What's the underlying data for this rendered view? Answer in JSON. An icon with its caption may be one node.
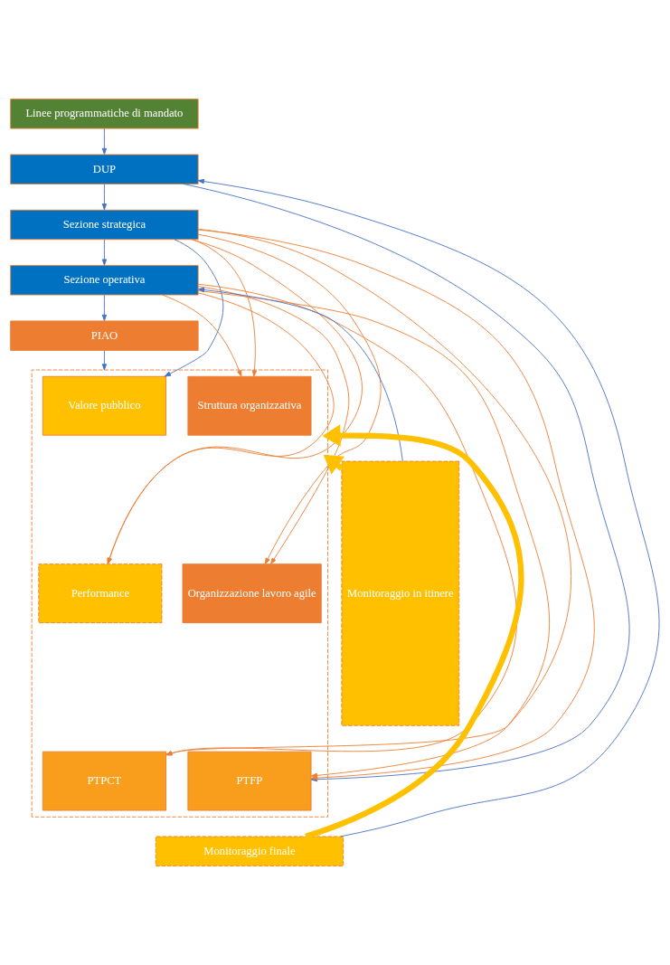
{
  "diagram": {
    "nodes": [
      {
        "text": [
          "Linee programmatiche di mandato"
        ]
      },
      {
        "text": [
          "DUP"
        ]
      },
      {
        "text": [
          "Sezione strategica"
        ]
      },
      {
        "text": [
          "Sezione operativa"
        ]
      },
      {
        "text": [
          "PIAO"
        ]
      },
      {
        "text": [],
        "shape": "box"
      },
      {
        "text": [
          "Valore pubblico"
        ],
        "in": 5
      },
      {
        "text": [
          "Struttura organizzativa"
        ],
        "in": 5
      },
      {
        "text": [
          "Performance"
        ],
        "in": 5
      },
      {
        "text": [
          "Organizzazione lavoro agile"
        ],
        "in": 5
      },
      {
        "text": [
          "PTPCT"
        ],
        "in": 5
      },
      {
        "text": [
          "PTFP"
        ],
        "in": 5
      },
      {
        "text": [
          "Monitoraggio in itinere"
        ]
      },
      {
        "text": [
          "Monitoraggio finale"
        ]
      }
    ],
    "edges": [
      {
        "from": 0,
        "to": 1,
        "arrow": "to",
        "color": "#4472c4"
      },
      {
        "from": 1,
        "to": 2,
        "arrow": "to",
        "color": "#4472c4"
      },
      {
        "from": 2,
        "to": 3,
        "arrow": "to",
        "color": "#4472c4"
      },
      {
        "from": 3,
        "to": 4,
        "arrow": "to",
        "color": "#4472c4"
      },
      {
        "from": 4,
        "to": 5,
        "arrow": "to",
        "color": "#4472c4"
      },
      {
        "from": 2,
        "to": 6,
        "arrow": "to",
        "color": "#4472c4"
      },
      {
        "from": 1,
        "to": 11,
        "arrow": "to",
        "color": "#4472c4"
      },
      {
        "from": 13,
        "to": 1,
        "arrow": "to",
        "color": "#4472c4"
      },
      {
        "from": 12,
        "to": 3,
        "arrow": "to",
        "color": "#4472c4"
      },
      {
        "from": 12,
        "to": 5,
        "arrow": "to",
        "style": "thick",
        "color": "#ffc000"
      },
      {
        "from": 13,
        "to": 5,
        "arrow": "to",
        "style": "thick",
        "color": "#ffc000"
      },
      {
        "from": 2,
        "to": 8,
        "arrow": "to"
      },
      {
        "from": 2,
        "to": 10,
        "arrow": "to"
      },
      {
        "from": 3,
        "to": 8,
        "arrow": "to"
      },
      {
        "from": 3,
        "to": 10,
        "arrow": "to"
      },
      {
        "from": 2,
        "to": 7,
        "arrow": "to"
      },
      {
        "from": 2,
        "to": 9,
        "arrow": "to"
      },
      {
        "from": 2,
        "to": 11,
        "arrow": "to"
      },
      {
        "from": 3,
        "to": 7,
        "arrow": "to"
      },
      {
        "from": 3,
        "to": 9,
        "arrow": "to"
      },
      {
        "from": 3,
        "to": 11,
        "arrow": "to"
      }
    ]
  }
}
